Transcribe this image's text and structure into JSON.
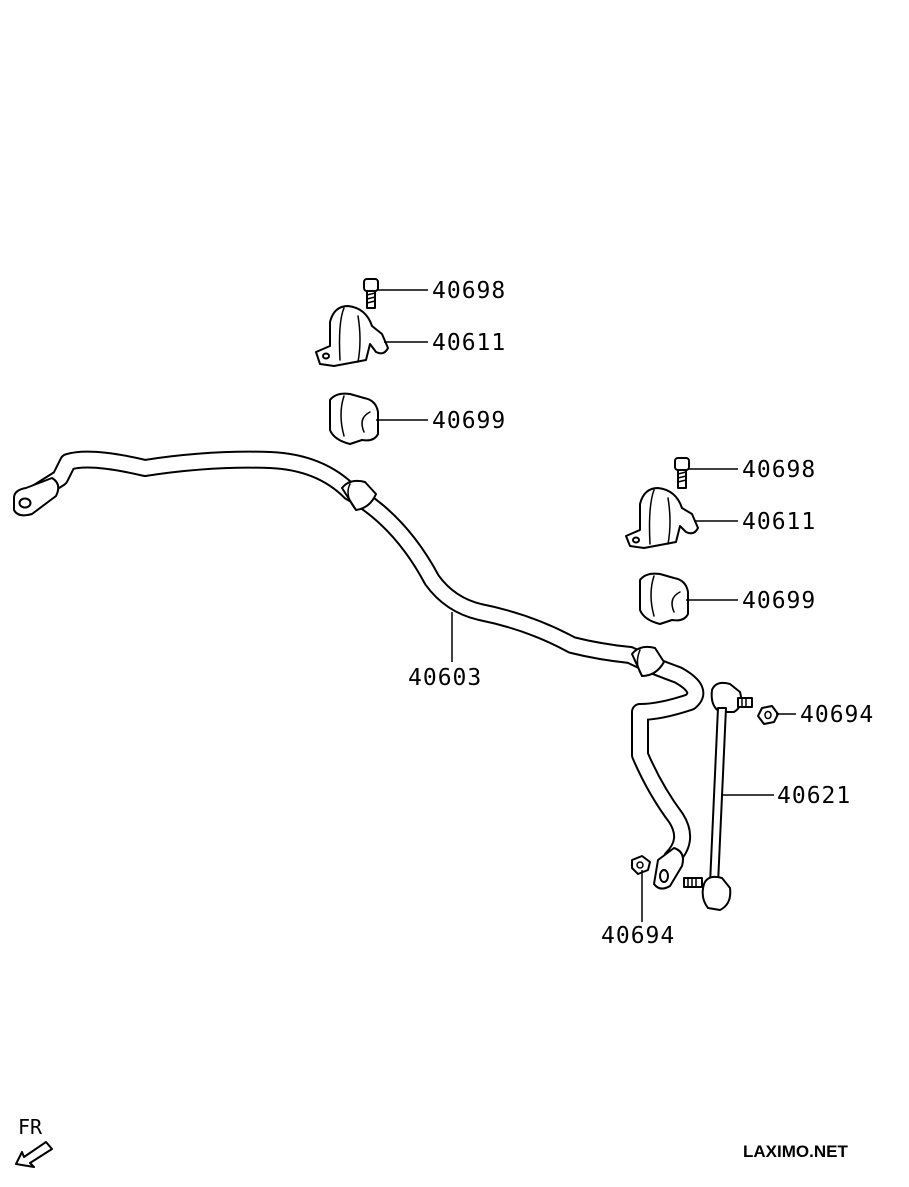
{
  "callouts": {
    "bolt_upper": "40698",
    "clamp_upper": "40611",
    "bushing_upper": "40699",
    "bolt_lower": "40698",
    "clamp_lower": "40611",
    "bushing_lower": "40699",
    "stabilizer_bar": "40603",
    "nut_right": "40694",
    "link": "40621",
    "nut_bottom": "40694"
  },
  "direction_label": "FR",
  "watermark": "LAXIMO.NET"
}
